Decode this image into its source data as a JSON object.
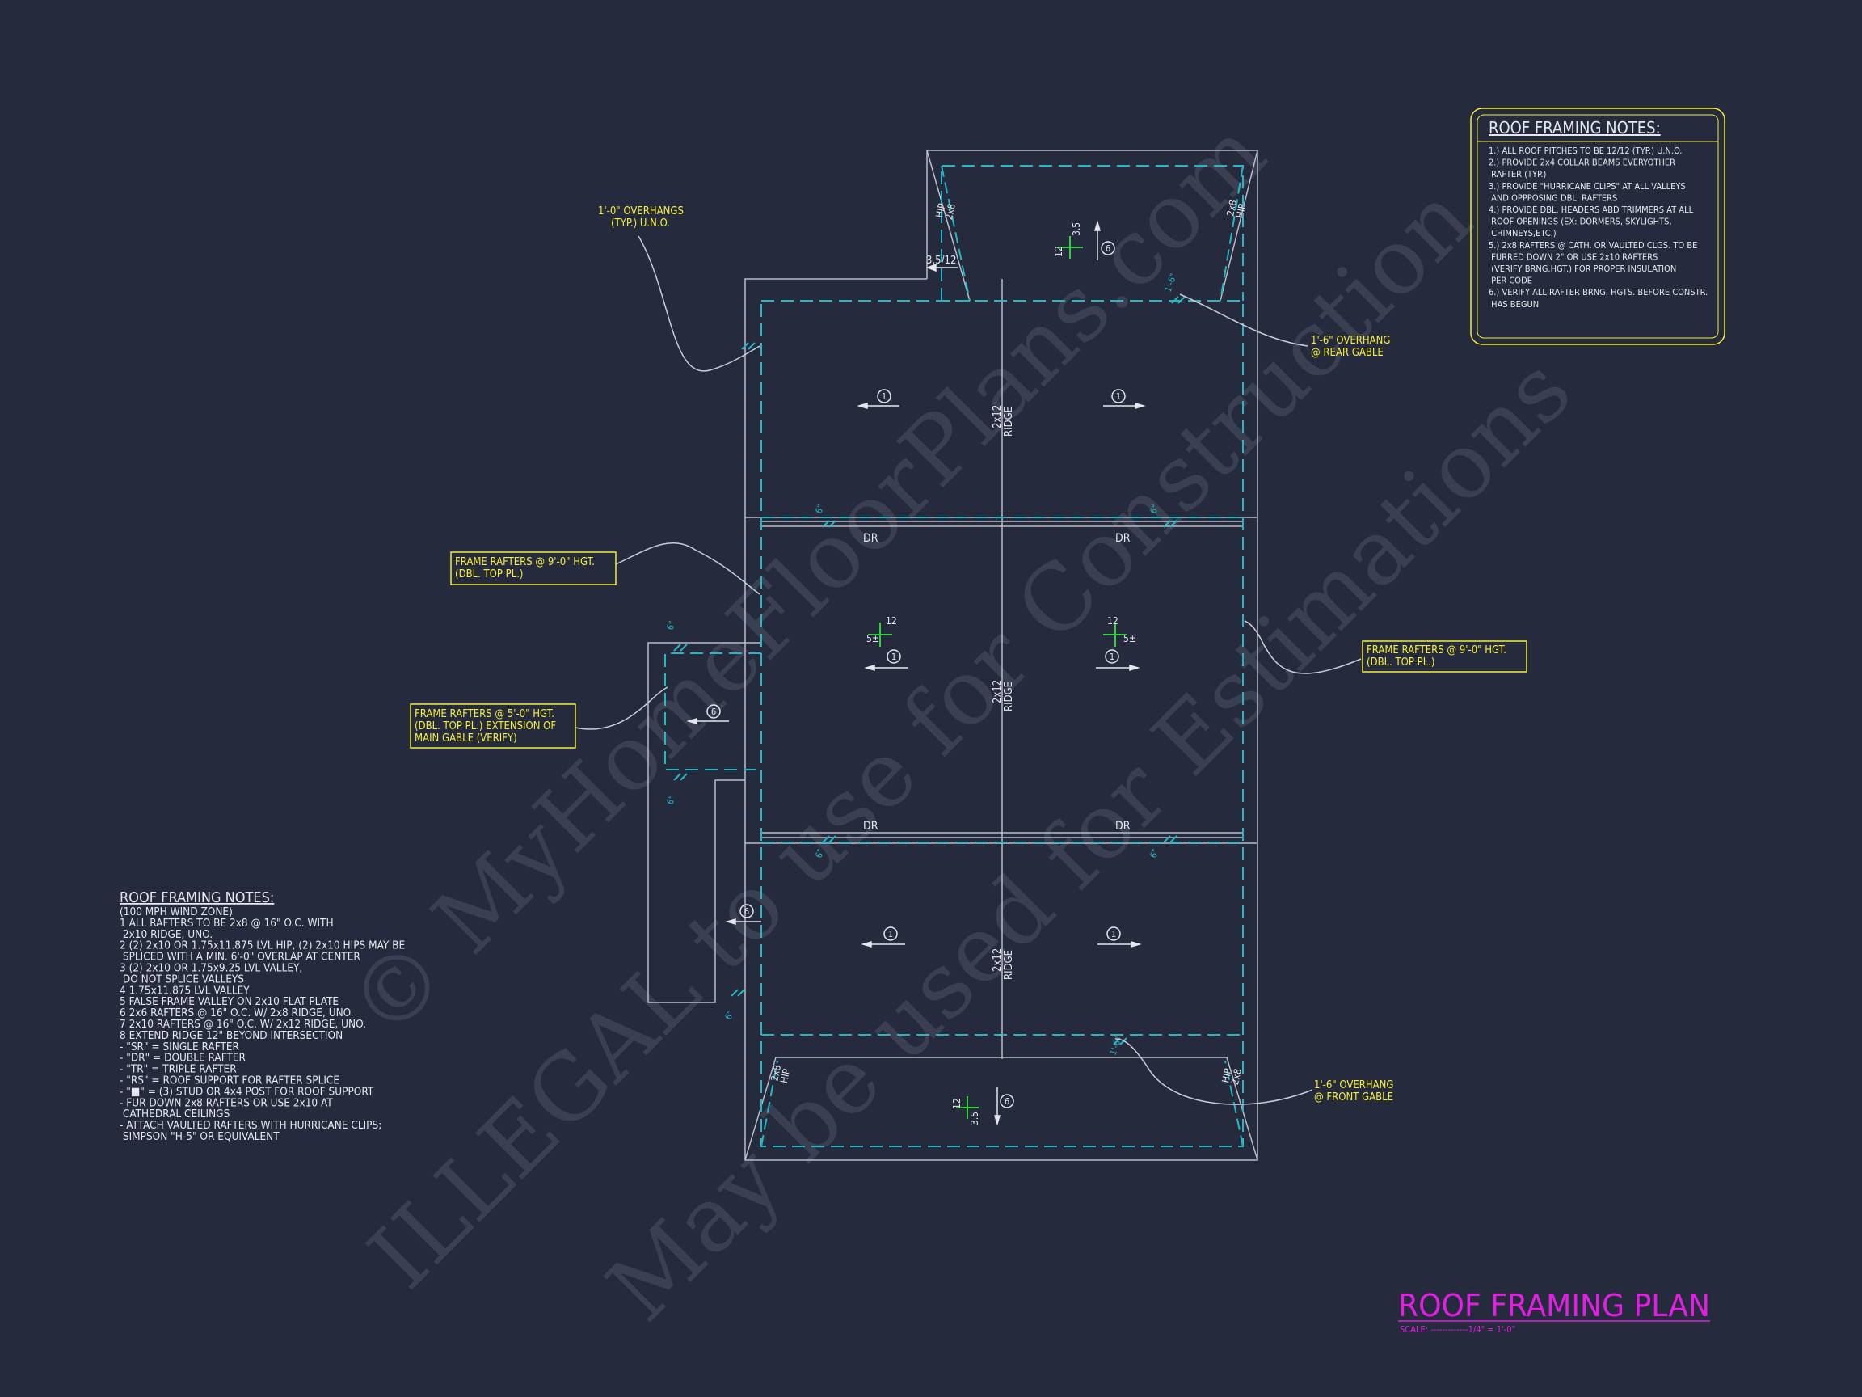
{
  "colors": {
    "background": "#262a3d",
    "linework": "#b9bcc8",
    "dashed": "#27b6c4",
    "note_yellow": "#f4ee38",
    "title_magenta": "#e31ee3",
    "green_pitch": "#2fd13d",
    "white_text": "#e6e7ee"
  },
  "watermark": {
    "line1": "© MyHomeFloorPlans.com",
    "line2": "ILLEGAL to use for Construction",
    "line3": "May be used for Estimations"
  },
  "plan_title": {
    "title": "ROOF FRAMING PLAN",
    "scale": "SCALE: -------------1/4\" = 1'-0\""
  },
  "notes_box": {
    "title": "ROOF FRAMING NOTES:",
    "lines": [
      "1.) ALL ROOF PITCHES TO BE  12/12 (TYP.) U.N.O.",
      "2.) PROVIDE 2x4 COLLAR BEAMS EVERYOTHER",
      "      RAFTER (TYP.)",
      "3.) PROVIDE \"HURRICANE CLIPS\" AT ALL VALLEYS",
      "      AND OPPPOSING DBL. RAFTERS",
      "4.) PROVIDE DBL. HEADERS ABD TRIMMERS AT ALL",
      "      ROOF OPENINGS (EX: DORMERS, SKYLIGHTS,",
      "      CHIMNEYS,ETC.)",
      "5.) 2x8 RAFTERS @ CATH. OR VAULTED CLGS. TO BE",
      "      FURRED DOWN 2\" OR USE 2x10 RAFTERS",
      "      (VERIFY BRNG.HGT.) FOR PROPER INSULATION",
      "      PER CODE",
      "6.) VERIFY ALL RAFTER BRNG. HGTS. BEFORE CONSTR.",
      "      HAS BEGUN"
    ]
  },
  "legend": {
    "title": "ROOF FRAMING NOTES:",
    "lines": [
      "     (100 MPH WIND ZONE)",
      "1  ALL RAFTERS TO BE 2x8 @ 16\" O.C. WITH",
      "     2x10 RIDGE, UNO.",
      "2  (2) 2x10 OR 1.75x11.875 LVL HIP, (2) 2x10 HIPS MAY BE",
      "     SPLICED WITH A MIN. 6'-0\" OVERLAP AT CENTER",
      "3  (2) 2x10 OR 1.75x9.25 LVL VALLEY,",
      "     DO NOT SPLICE VALLEYS",
      "4  1.75x11.875 LVL VALLEY",
      "5  FALSE FRAME VALLEY ON 2x10 FLAT PLATE",
      "6  2x6 RAFTERS @ 16\" O.C. W/ 2x8 RIDGE, UNO.",
      "7  2x10 RAFTERS @ 16\" O.C. W/ 2x12 RIDGE, UNO.",
      "8  EXTEND RIDGE 12\" BEYOND INTERSECTION",
      "-   \"SR\" = SINGLE RAFTER",
      "-   \"DR\" = DOUBLE RAFTER",
      "-   \"TR\" = TRIPLE RAFTER",
      "-   \"RS\" = ROOF SUPPORT FOR RAFTER SPLICE",
      "-   \"■\"  = (3) STUD OR 4x4 POST FOR ROOF SUPPORT",
      "-   FUR DOWN 2x8 RAFTERS OR USE 2x10 AT",
      "     CATHEDRAL CEILINGS",
      "-   ATTACH VAULTED RAFTERS WITH HURRICANE CLIPS;",
      "     SIMPSON \"H-5\" OR EQUIVALENT"
    ]
  },
  "callouts": {
    "overhangs_typ": [
      "1'-0\" OVERHANGS",
      "(TYP.) U.N.O."
    ],
    "rear_gable": [
      "1'-6\" OVERHANG",
      "@ REAR GABLE"
    ],
    "front_gable": [
      "1'-6\" OVERHANG",
      "@ FRONT GABLE"
    ],
    "frame_9_left": [
      "FRAME RAFTERS @ 9'-0\" HGT.",
      "(DBL. TOP PL.)"
    ],
    "frame_9_right": [
      "FRAME RAFTERS @ 9'-0\" HGT.",
      "(DBL. TOP PL.)"
    ],
    "frame_5": [
      "FRAME RAFTERS @ 5'-0\" HGT.",
      "(DBL. TOP PL.) EXTENSION OF",
      "MAIN GABLE (VERIFY)"
    ]
  },
  "plan_labels": {
    "dr": "DR",
    "ridge_2x12": "2x12",
    "ridge": "RIDGE",
    "hip_2x8": "2x8",
    "hip": "HIP",
    "pitch_12": "12",
    "pitch_3_5": "3.5",
    "pitch_5": "5±",
    "slope_3_5_12": "3.5/12",
    "overhang_1_6": "1'-6\"",
    "dim_6": "6\"",
    "num_1": "1",
    "num_6": "6"
  }
}
